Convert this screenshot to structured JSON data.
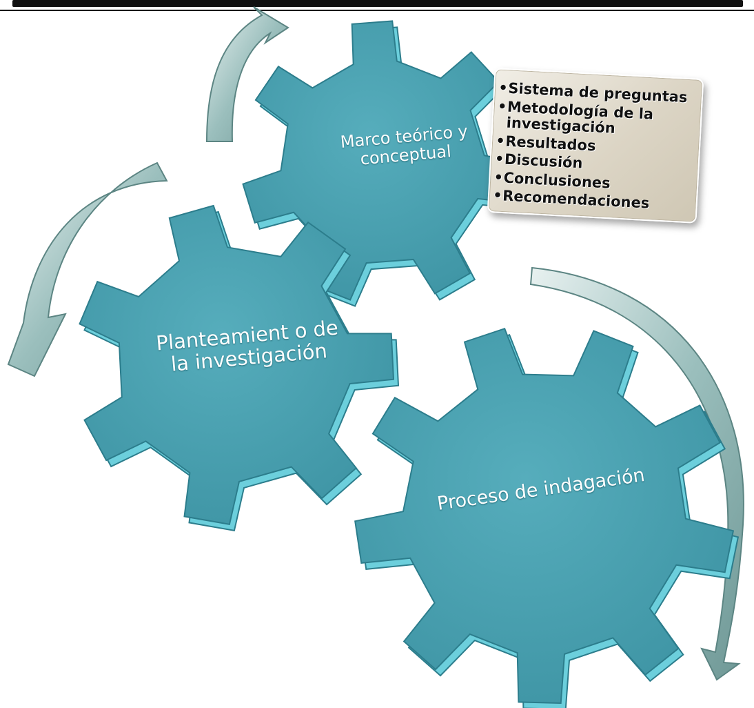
{
  "diagram": {
    "gears": [
      {
        "id": "marco",
        "label": "Marco teórico y conceptual"
      },
      {
        "id": "planteamiento",
        "label": "Planteamient o de la investigación"
      },
      {
        "id": "proceso",
        "label": "Proceso de indagación"
      }
    ],
    "callout": {
      "items": [
        "Sistema de preguntas",
        "Metodología de la investigación",
        "Resultados",
        "Discusión",
        "Conclusiones",
        "Recomendaciones"
      ]
    }
  },
  "colors": {
    "gear_face": "#4aa3b3",
    "gear_side": "#6ccfdc",
    "gear_edge": "#2c7d8c",
    "arrow": "#8cb3b1",
    "callout_bg": "#dcd5c5",
    "title_band": "#111111"
  }
}
